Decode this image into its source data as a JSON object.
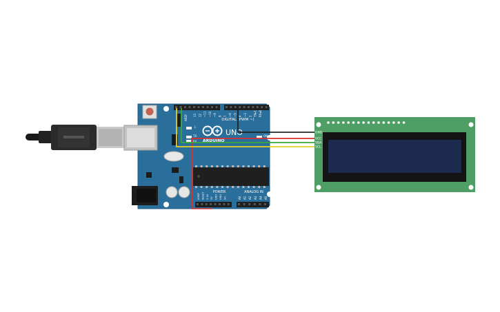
{
  "board": {
    "brand": "ARDUINO",
    "model": "UNO",
    "digital_header_label": "DIGITAL (PWM ~)",
    "power_label": "POWER",
    "analog_label": "ANALOG IN",
    "on_label": "ON",
    "l_label": "L",
    "tx_label": "TX",
    "rx_label": "RX",
    "aref_label": "AREF",
    "digital_pins": [
      "13",
      "12",
      "~11",
      "~10",
      "~9",
      "8",
      "7",
      "~6",
      "~5",
      "4",
      "~3",
      "2",
      "TX▸1",
      "RX◂0"
    ],
    "power_pins": [
      "IOREF",
      "RESET",
      "3.3V",
      "5V",
      "GND",
      "GND",
      "Vin"
    ],
    "analog_pins": [
      "A0",
      "A1",
      "A2",
      "A3",
      "A4",
      "A5"
    ]
  },
  "lcd": {
    "pins": [
      "GND",
      "VCC",
      "SDA",
      "SCL"
    ]
  },
  "colors": {
    "board_blue": "#2a6f9c",
    "lcd_green": "#4f9e66",
    "lcd_screen": "#1d2b4f",
    "wire_gnd": "#222222",
    "wire_vcc": "#d93131",
    "wire_sda": "#3aa73a",
    "wire_scl": "#e8d21e"
  }
}
